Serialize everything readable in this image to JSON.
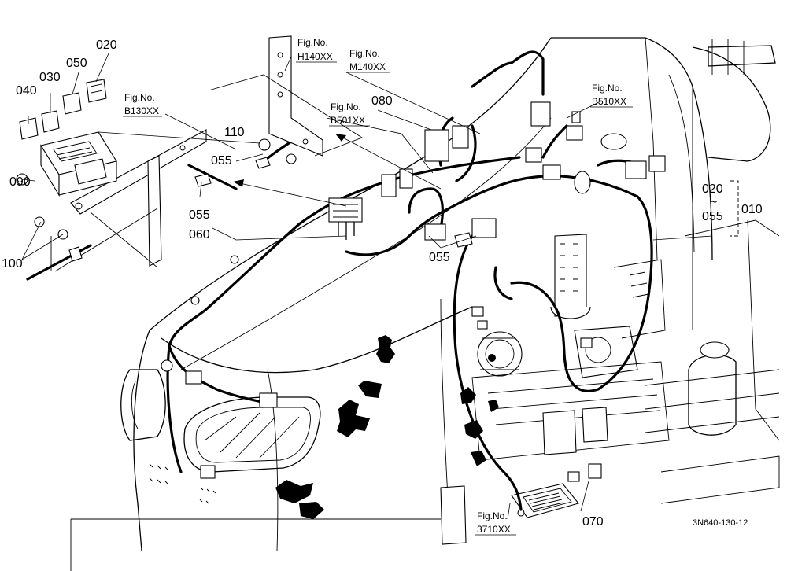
{
  "callouts": {
    "c020": "020",
    "c030": "030",
    "c040": "040",
    "c050": "050",
    "c090": "090",
    "c100": "100",
    "c110": "110",
    "c055a": "055",
    "c055b": "055",
    "c060": "060",
    "c080": "080",
    "c055c": "055",
    "c010": "010",
    "range_start": "020",
    "range_tilde": "~",
    "range_end": "055",
    "c070": "070"
  },
  "figure_refs": {
    "b130": {
      "label": "Fig.No.",
      "code": "B130XX"
    },
    "h140": {
      "label": "Fig.No.",
      "code": "H140XX"
    },
    "m140": {
      "label": "Fig.No.",
      "code": "M140XX"
    },
    "b501": {
      "label": "Fig.No.",
      "code": "B501XX"
    },
    "b510": {
      "label": "Fig.No.",
      "code": "B510XX"
    },
    "f3710": {
      "label": "Fig.No.",
      "code": "3710XX"
    }
  },
  "drawing_number": "3N640-130-12",
  "colors": {
    "ink": "#000000",
    "paper": "#ffffff"
  }
}
